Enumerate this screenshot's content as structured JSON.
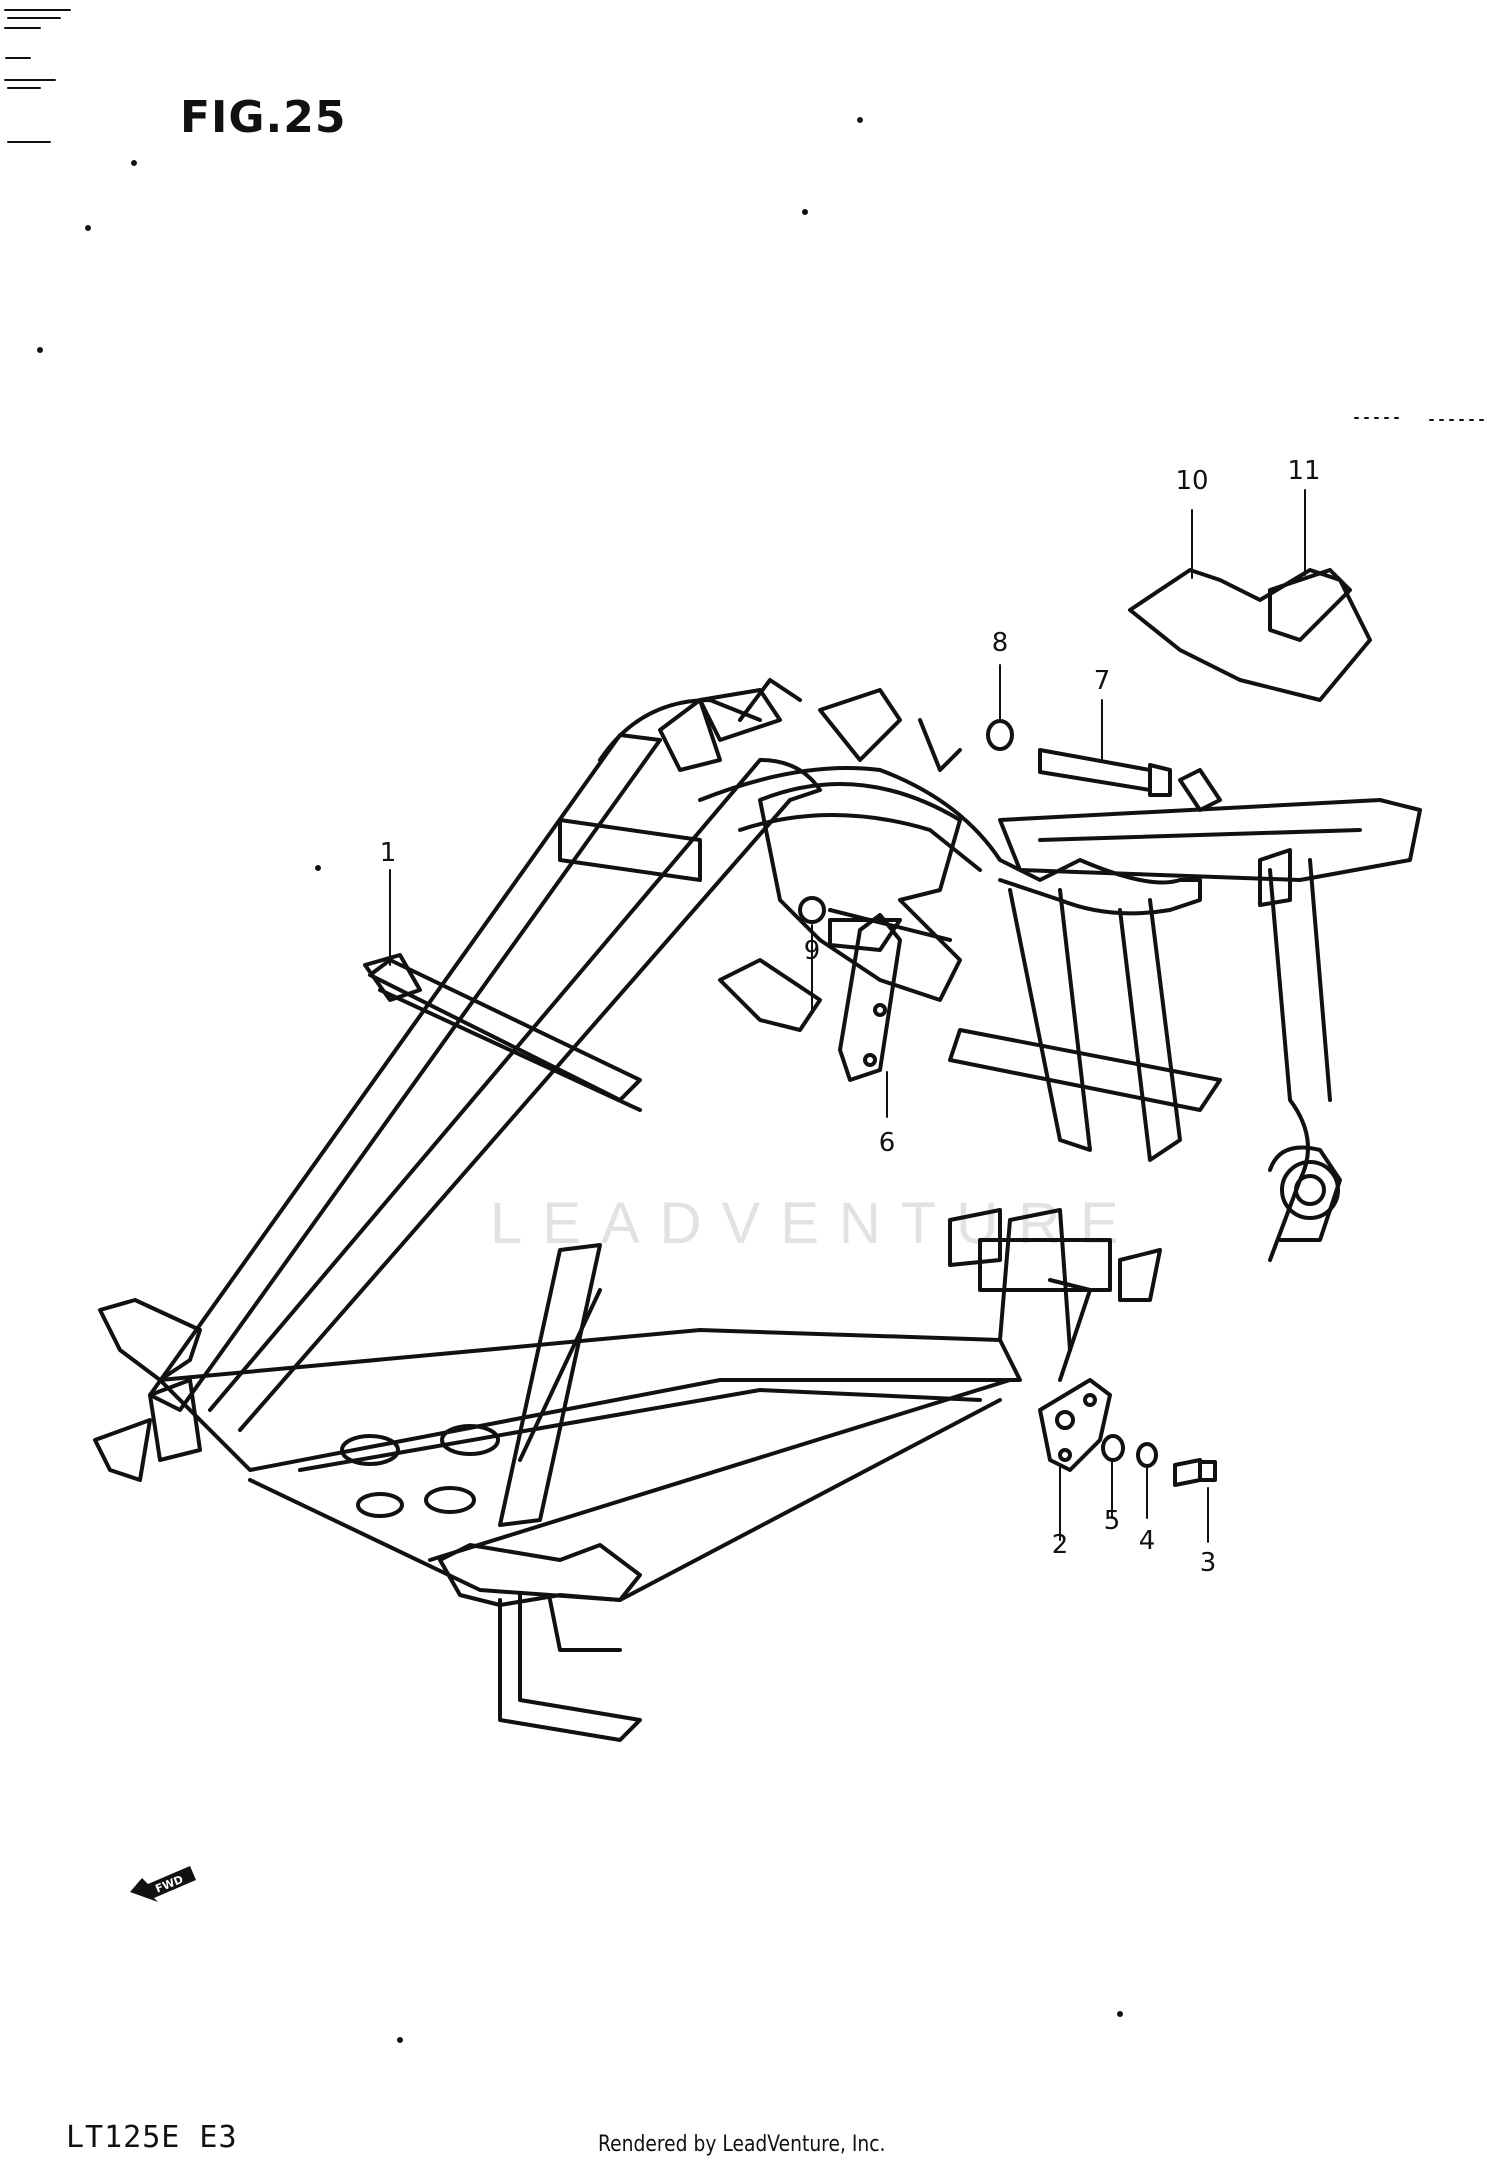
{
  "figure_title": "FIG.25",
  "model_code": "LT125E  E3",
  "credit": "Rendered by LeadVenture, Inc.",
  "watermark": "LEADVENTURE",
  "fwd_label": "FWD",
  "callouts": [
    "1",
    "2",
    "3",
    "4",
    "5",
    "6",
    "7",
    "8",
    "9",
    "10",
    "11"
  ],
  "colors": {
    "line": "#111111",
    "background": "#ffffff",
    "watermark": "#e2e2e2"
  }
}
